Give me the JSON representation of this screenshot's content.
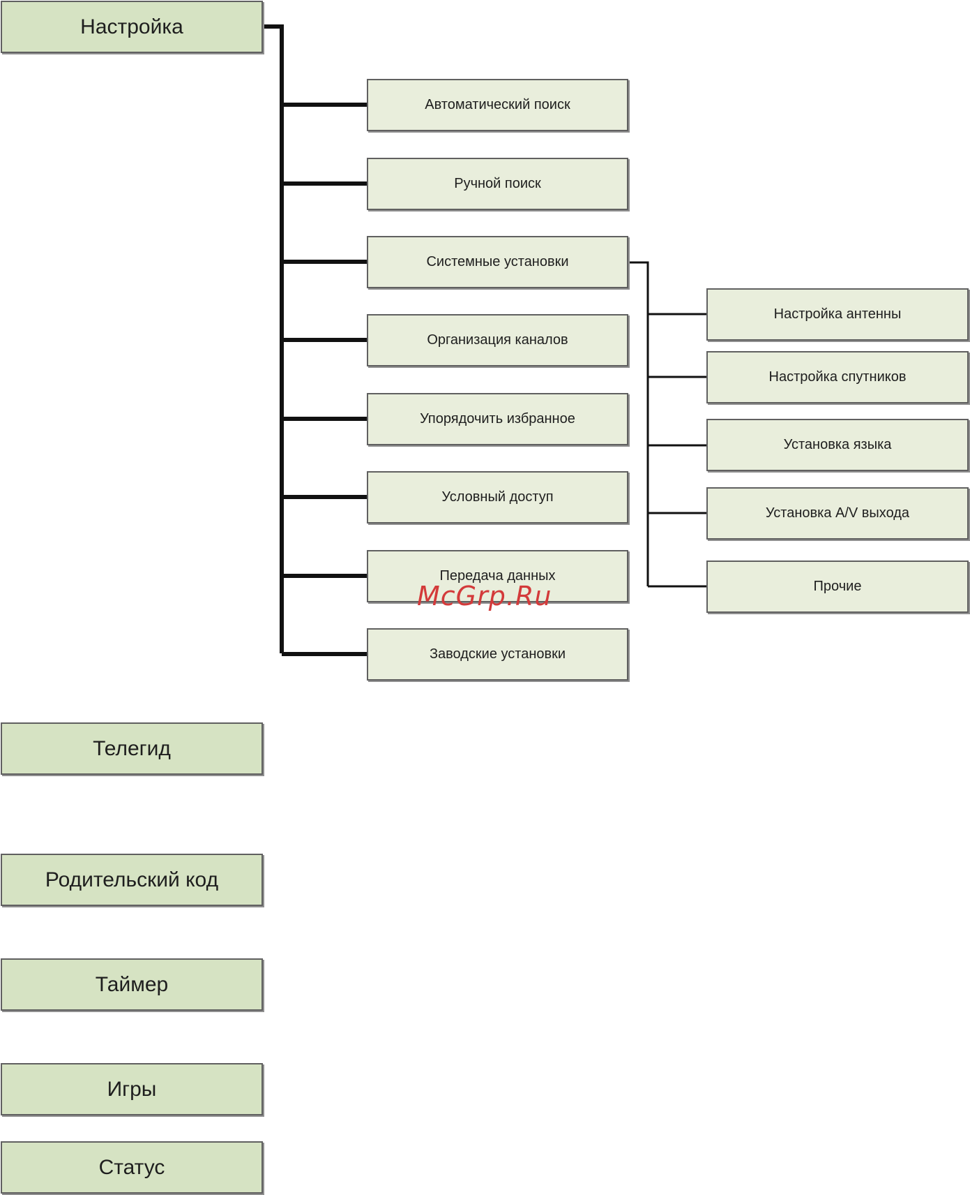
{
  "menu": {
    "top_items": [
      {
        "label": "Настройка"
      },
      {
        "label": "Телегид"
      },
      {
        "label": "Родительский код"
      },
      {
        "label": "Таймер"
      },
      {
        "label": "Игры"
      },
      {
        "label": "Статус"
      }
    ],
    "settings_items": [
      {
        "label": "Автоматический поиск"
      },
      {
        "label": "Ручной поиск"
      },
      {
        "label": "Системные установки"
      },
      {
        "label": "Организация каналов"
      },
      {
        "label": "Упорядочить избранное"
      },
      {
        "label": "Условный доступ"
      },
      {
        "label": "Передача данных"
      },
      {
        "label": "Заводские установки"
      }
    ],
    "system_items": [
      {
        "label": "Настройка антенны"
      },
      {
        "label": "Настройка спутников"
      },
      {
        "label": "Установка языка"
      },
      {
        "label": "Установка A/V выхода"
      },
      {
        "label": "Прочие"
      }
    ]
  },
  "watermark": "McGrp.Ru",
  "colors": {
    "top_box_fill": "#d6e3c3",
    "sub_box_fill": "#e9eedc",
    "border": "#606060",
    "connector": "#111111",
    "watermark": "#d33a3a"
  }
}
